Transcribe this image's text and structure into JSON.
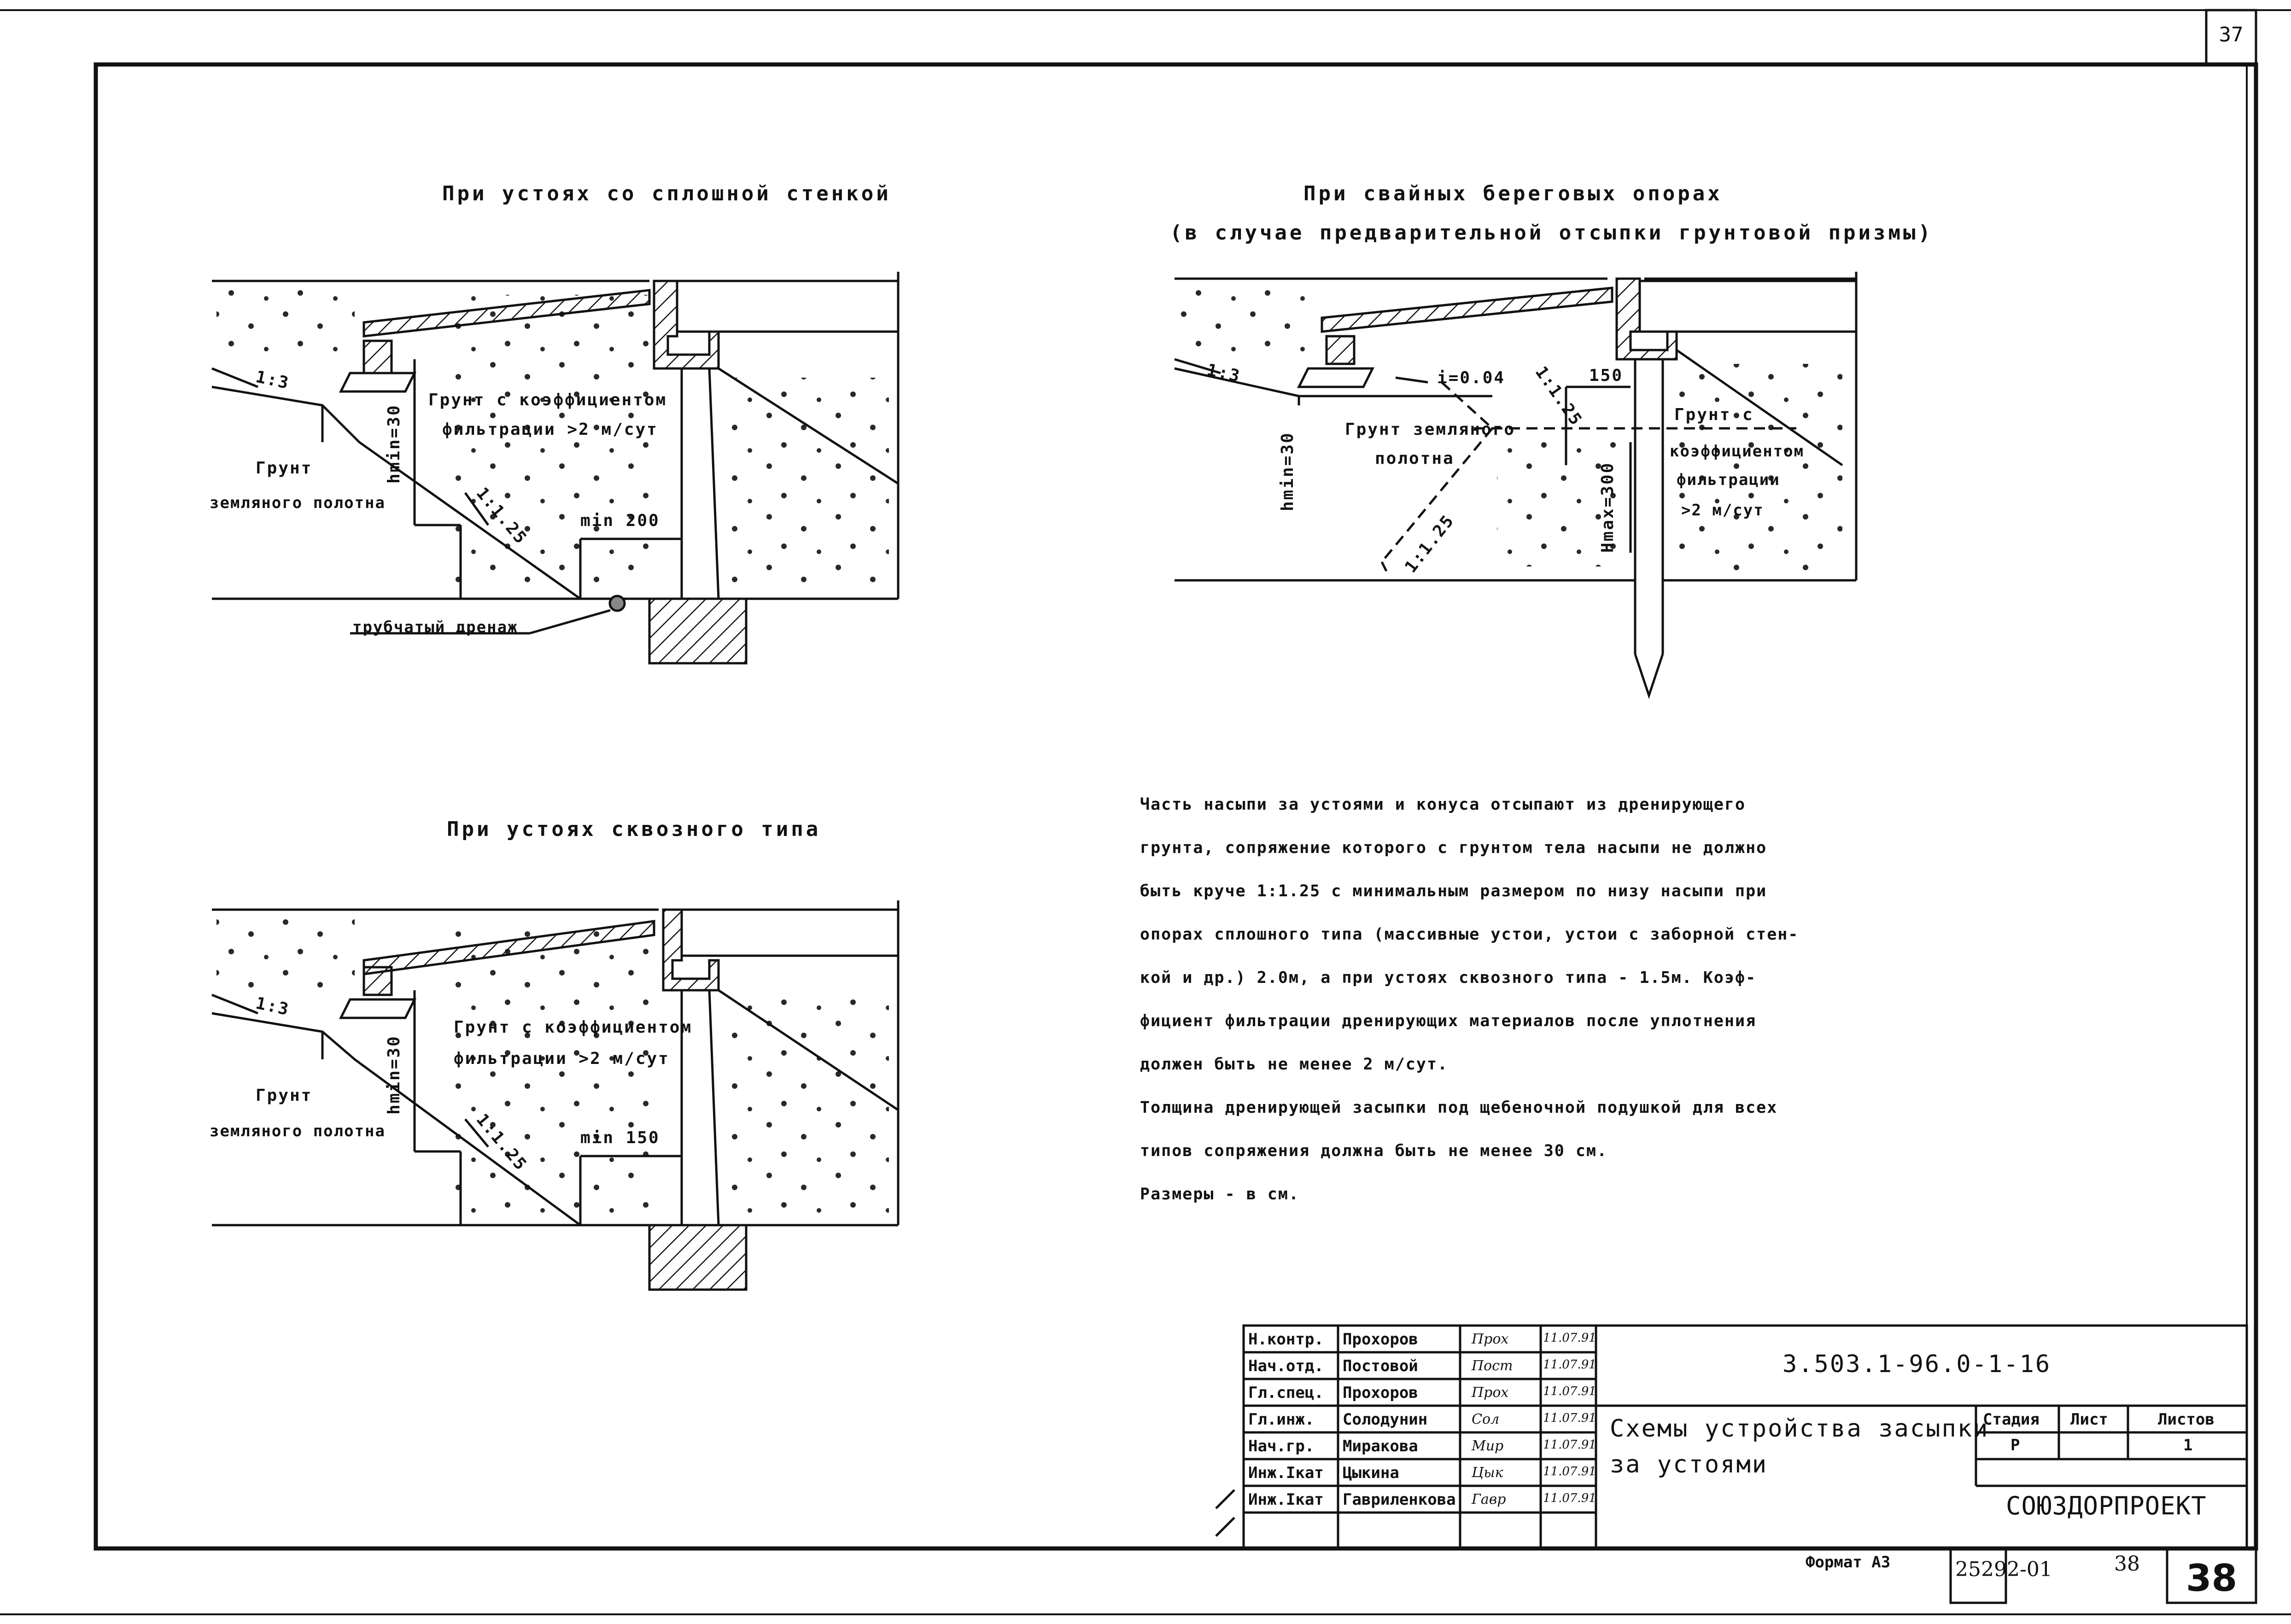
{
  "page_number_top": "37",
  "page_number_bottom": "38",
  "diagram1": {
    "title": "При устоях со сплошной стенкой",
    "fill_label_1": "Грунт с коэффициентом",
    "fill_label_2": "фильтрации >2 м/сут",
    "soil_label_1": "Грунт",
    "soil_label_2": "земляного полотна",
    "slope_top": "1:3",
    "slope_bottom": "1:1.25",
    "hmin": "hmin=30",
    "min": "min 200",
    "drain": "трубчатый дренаж"
  },
  "diagram2": {
    "title": "При свайных береговых опорах",
    "subtitle": "(в случае предварительной отсыпки грунтовой призмы)",
    "slope_top": "1:3",
    "incline": "i=0.04",
    "slope_mid": "1:1.25",
    "slope_low": "1:1.25",
    "dim_150": "150",
    "hmin": "hmin=30",
    "hmax": "Hmax=300",
    "soil_label_1": "Грунт земляного",
    "soil_label_2": "полотна",
    "fill_label_1": "Грунт с",
    "fill_label_2": "коэффициентом",
    "fill_label_3": "фильтрации",
    "fill_label_4": ">2 м/сут"
  },
  "diagram3": {
    "title": "При устоях сквозного типа",
    "fill_label_1": "Грунт с коэффициентом",
    "fill_label_2": "фильтрации >2 м/сут",
    "soil_label_1": "Грунт",
    "soil_label_2": "земляного полотна",
    "slope_top": "1:3",
    "slope_bottom": "1:1.25",
    "hmin": "hmin=30",
    "min": "min 150"
  },
  "notes": [
    "Часть насыпи за устоями и конуса отсыпают из дренирующего",
    "грунта, сопряжение которого с грунтом тела насыпи не должно",
    "быть круче 1:1.25 с минимальным размером по низу насыпи при",
    "опорах сплошного типа (массивные устои, устои с заборной стен-",
    "кой и др.) 2.0м, а при устоях сквозного типа - 1.5м. Коэф-",
    "фициент фильтрации дренирующих материалов после уплотнения",
    "должен быть не менее 2 м/сут.",
    "Толщина дренирующей засыпки под щебеночной подушкой для всех",
    "типов сопряжения должна быть не менее 30 см.",
    "Размеры - в см."
  ],
  "title_block": {
    "doc_code": "3.503.1-96.0-1-16",
    "drawing_title_1": "Схемы устройства засыпки",
    "drawing_title_2": "за устоями",
    "stage_header": "Стадия",
    "sheet_header": "Лист",
    "sheets_header": "Листов",
    "stage": "Р",
    "sheets": "1",
    "org": "СОЮЗДОРПРОЕКТ",
    "staff": [
      {
        "role": "Н.контр.",
        "name": "Прохоров",
        "sig": "Прох",
        "date": "11.07.91"
      },
      {
        "role": "Нач.отд.",
        "name": "Постовой",
        "sig": "Пост",
        "date": "11.07.91"
      },
      {
        "role": "Гл.спец.",
        "name": "Прохоров",
        "sig": "Прох",
        "date": "11.07.91"
      },
      {
        "role": "Гл.инж.",
        "name": "Солодунин",
        "sig": "Сол",
        "date": "11.07.91"
      },
      {
        "role": "Нач.гр.",
        "name": "Миракова",
        "sig": "Мир",
        "date": "11.07.91"
      },
      {
        "role": "Инж.Iкат",
        "name": "Цыкина",
        "sig": "Цык",
        "date": "11.07.91"
      },
      {
        "role": "Инж.Iкат",
        "name": "Гавриленкова",
        "sig": "Гавр",
        "date": "11.07.91"
      }
    ],
    "format": "Формат А3",
    "inventory": "25292-01",
    "inventory_page": "38"
  }
}
